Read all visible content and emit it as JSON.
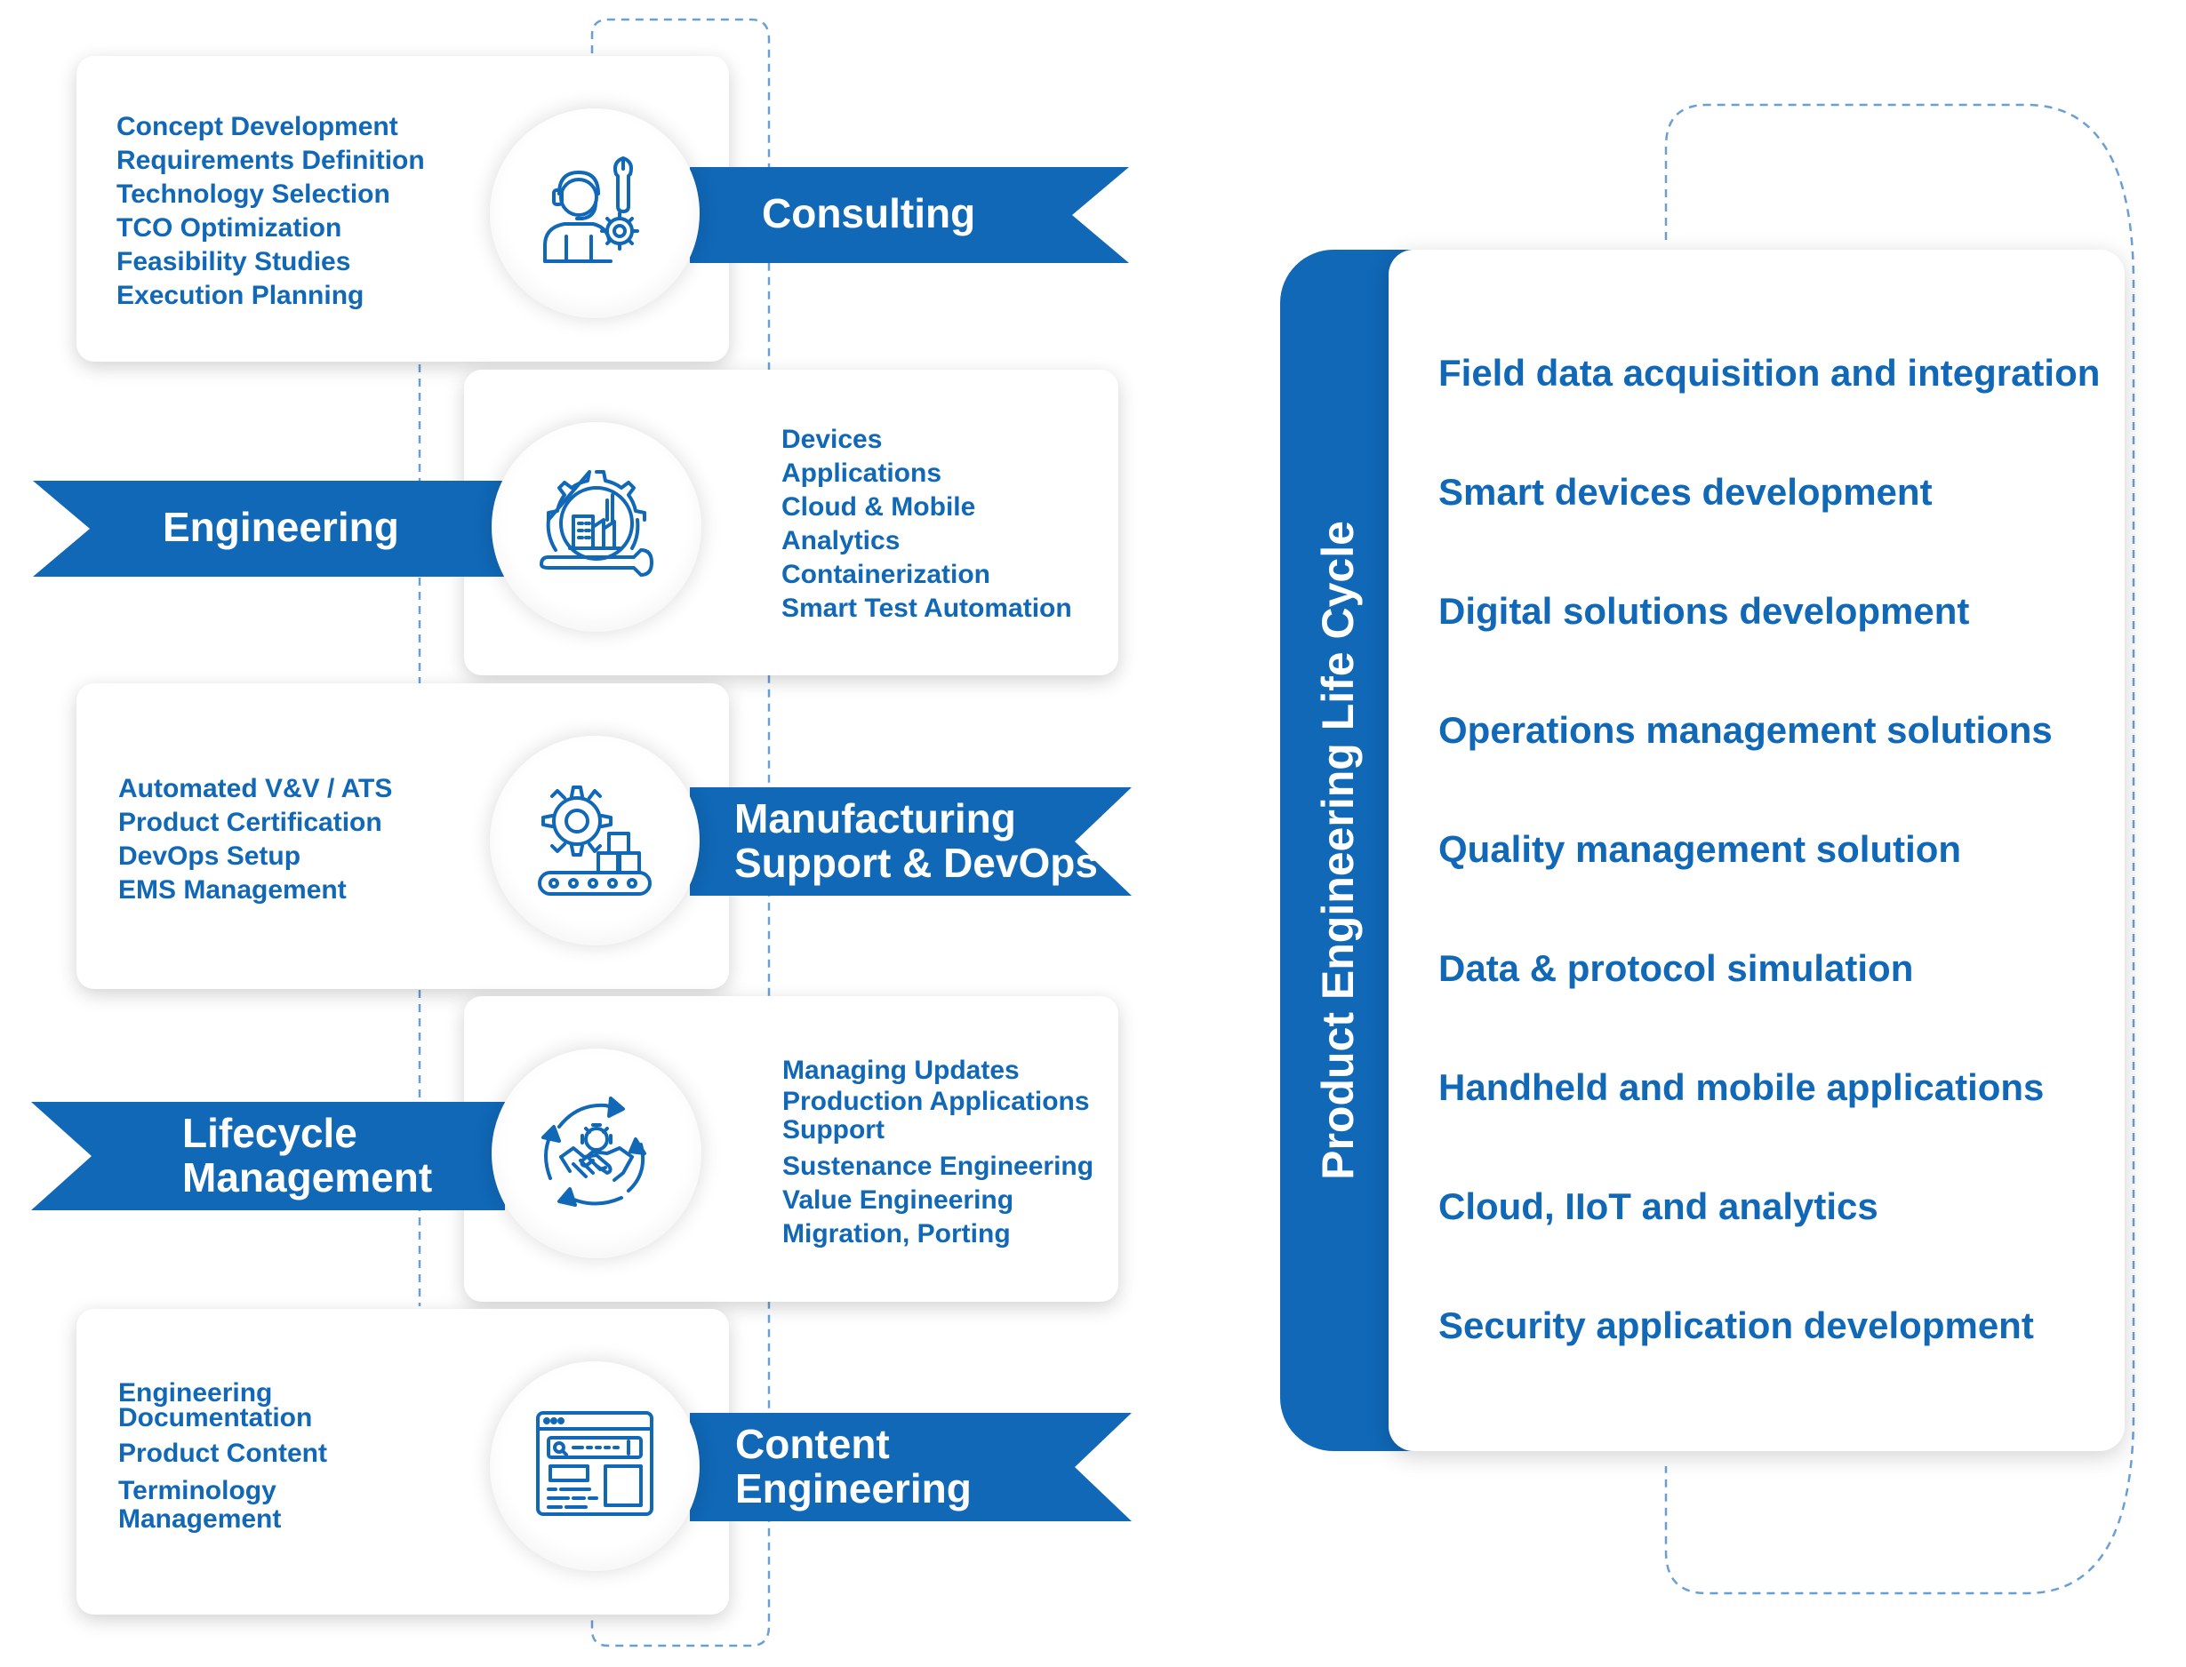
{
  "colors": {
    "brand_blue": "#1068b7",
    "dash_line": "#6a9fd6",
    "card_bg": "#ffffff"
  },
  "stages": [
    {
      "name": "Consulting",
      "icon": "consultant-wrench-gear-icon",
      "items": [
        "Concept Development",
        "Requirements Definition",
        "Technology Selection",
        "TCO Optimization",
        "Feasibility Studies",
        "Execution Planning"
      ]
    },
    {
      "name": "Engineering",
      "icon": "factory-gear-wrench-icon",
      "items": [
        "Devices",
        "Applications",
        "Cloud & Mobile",
        "Analytics",
        "Containerization",
        "Smart Test Automation"
      ]
    },
    {
      "name": "Manufacturing\nSupport & DevOps",
      "icon": "gear-conveyor-icon",
      "items": [
        "Automated V&V / ATS",
        "Product Certification",
        "DevOps Setup",
        "EMS Management"
      ]
    },
    {
      "name": "Lifecycle\nManagement",
      "icon": "handshake-cycle-icon",
      "items": [
        "Managing Updates",
        "Production Applications\nSupport",
        "Sustenance Engineering",
        "Value Engineering",
        "Migration, Porting"
      ]
    },
    {
      "name": "Content\nEngineering",
      "icon": "web-page-layout-icon",
      "items": [
        "Engineering\nDocumentation",
        "Product Content",
        "Terminology\nManagement"
      ]
    }
  ],
  "lifecycle": {
    "title": "Product Engineering Life Cycle",
    "items": [
      "Field data acquisition and integration",
      "Smart devices development",
      "Digital solutions development",
      "Operations management solutions",
      "Quality management solution",
      "Data & protocol simulation",
      "Handheld and mobile applications",
      "Cloud, IIoT and analytics",
      "Security application development"
    ]
  }
}
